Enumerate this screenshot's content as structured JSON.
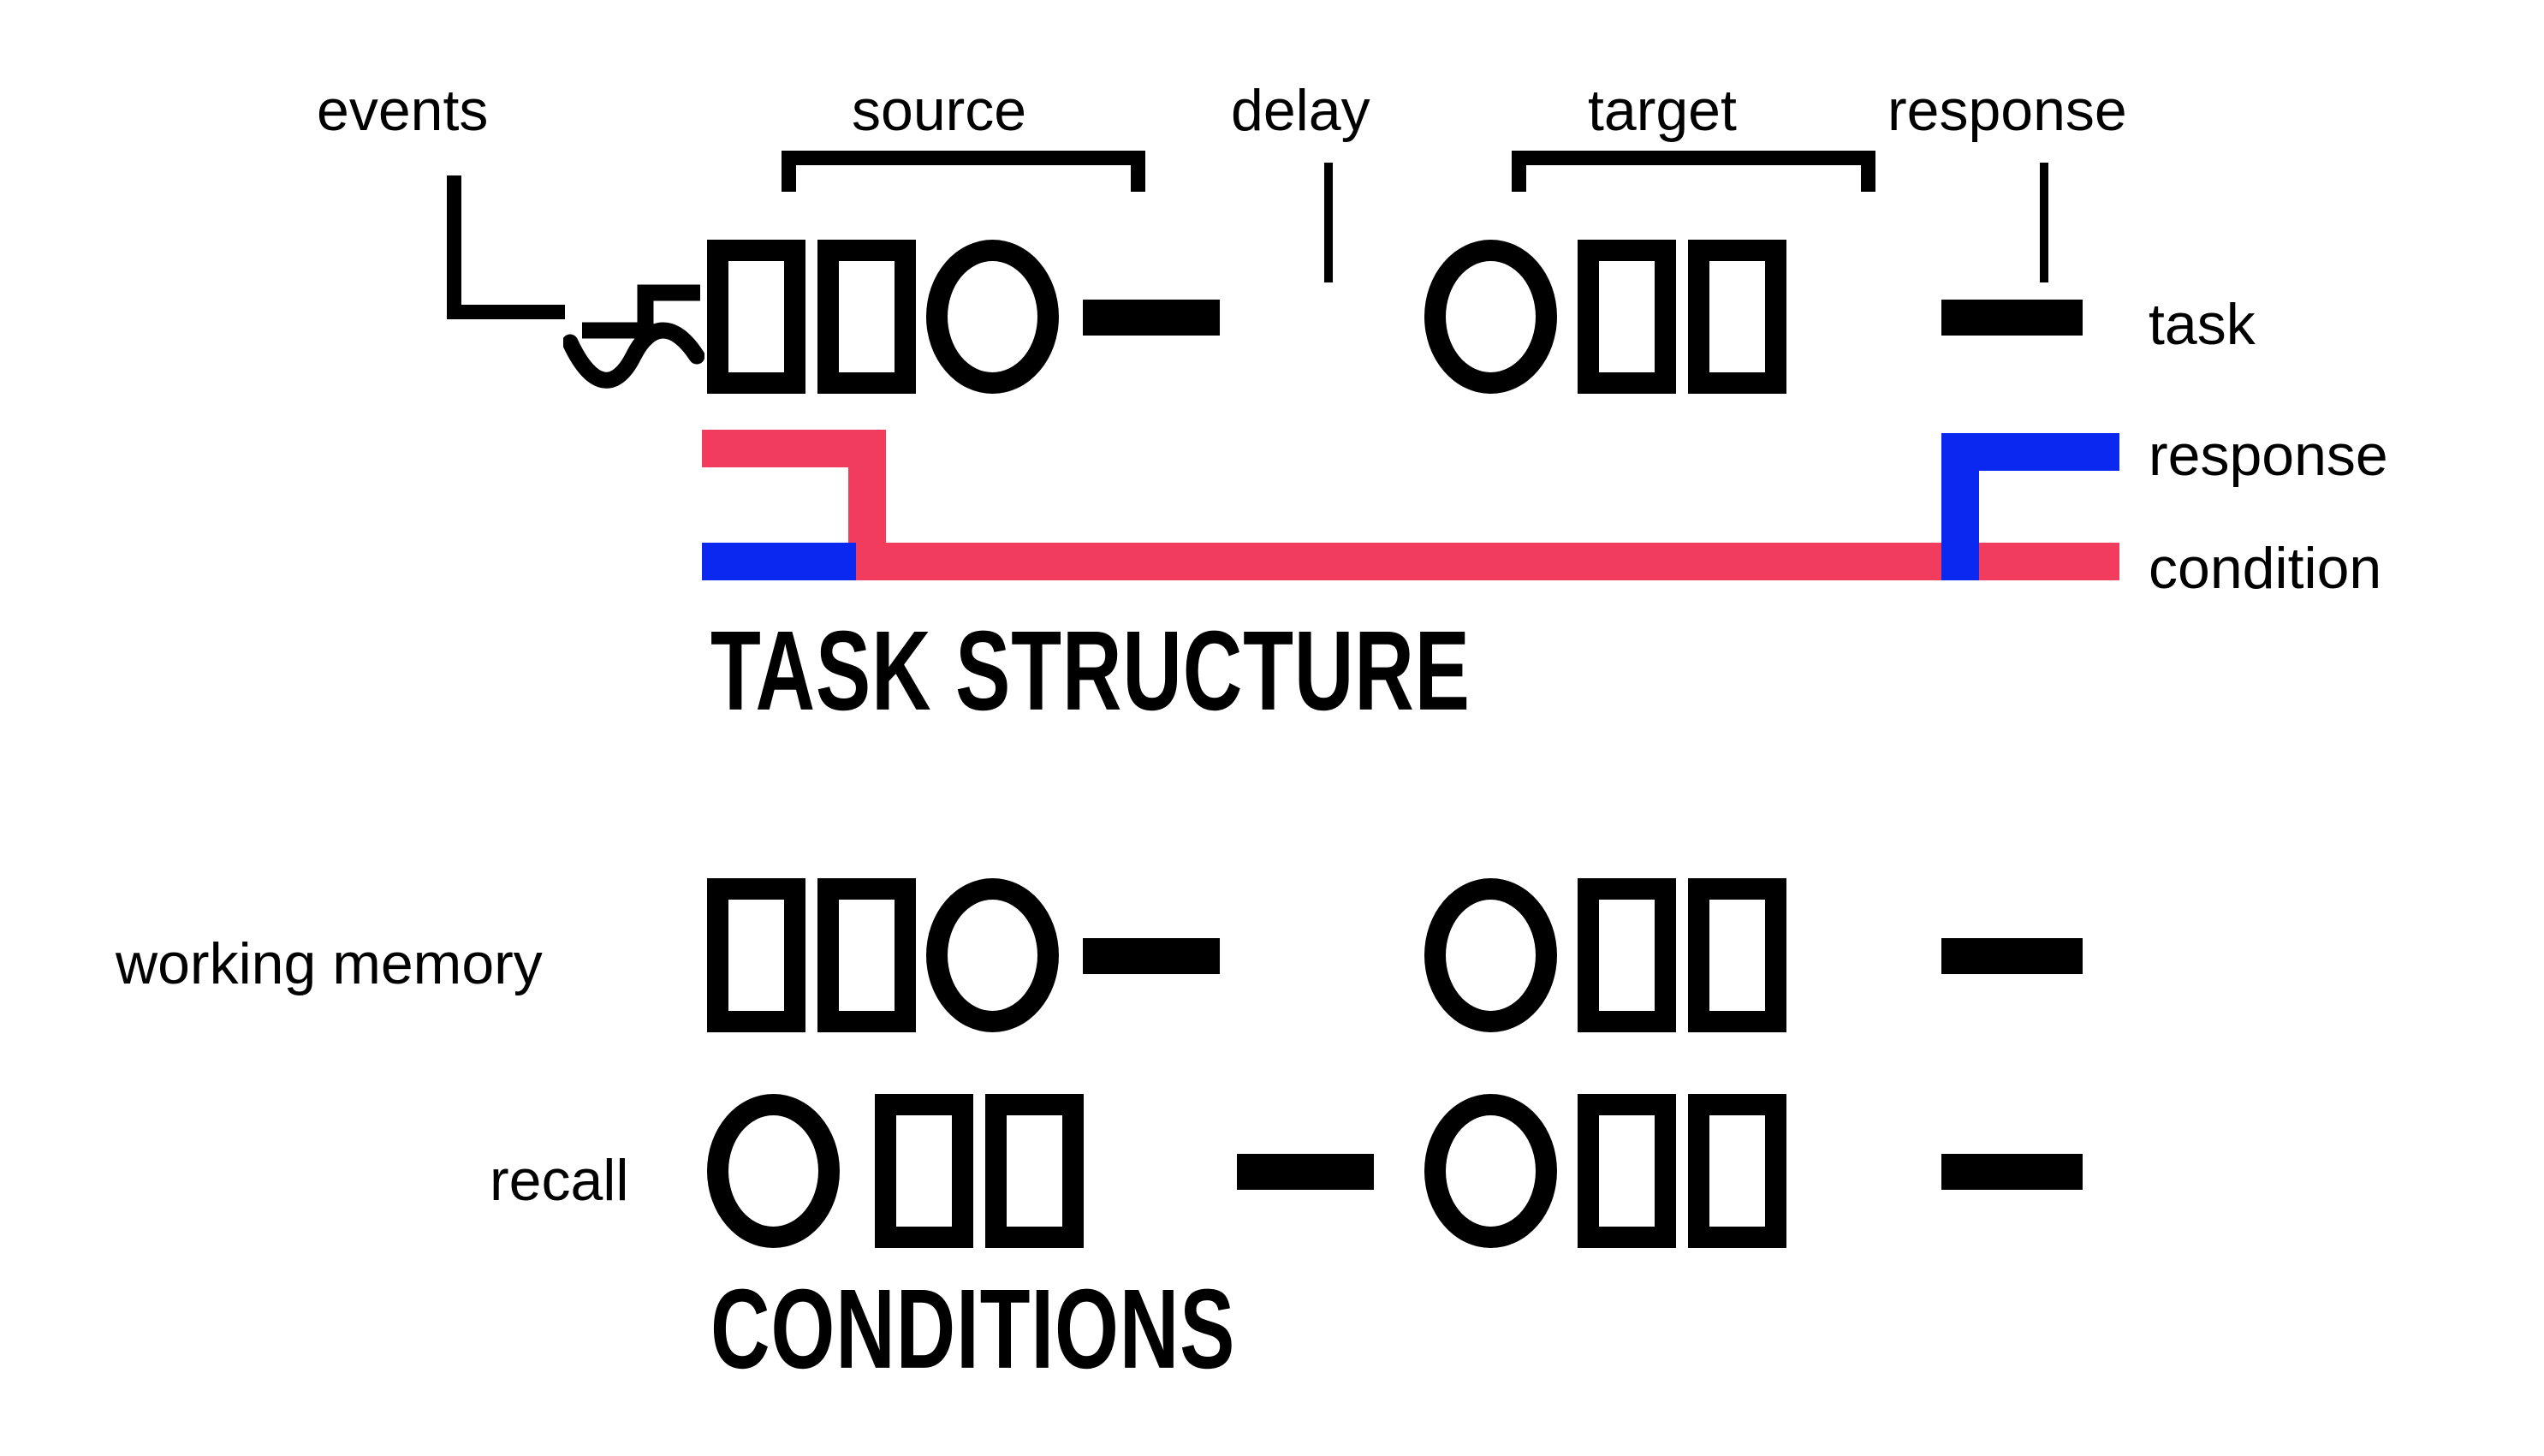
{
  "figure": {
    "panels": [
      {
        "title": "TASK STRUCTURE"
      },
      {
        "title": "CONDITIONS"
      }
    ]
  },
  "annotations": {
    "events": "events",
    "source": "source",
    "delay": "delay",
    "target": "target",
    "response": "response"
  },
  "row_labels": {
    "task": "task",
    "response": "response",
    "condition": "condition",
    "working_memory": "working memory",
    "recall": "recall"
  },
  "colors": {
    "ink": "#000000",
    "background": "#ffffff",
    "condition_pink": "#F23C5E",
    "response_blue": "#0A28F0"
  },
  "icons": {
    "event_step": "step-event-icon",
    "event_wave": "wave-event-icon"
  },
  "sequences": {
    "task": [
      "square",
      "square",
      "circle",
      "dash",
      "circle",
      "square",
      "square",
      "dash"
    ],
    "working_memory": [
      "square",
      "square",
      "circle",
      "dash",
      "circle",
      "square",
      "square",
      "dash"
    ],
    "recall": [
      "circle",
      "square",
      "square",
      "dash",
      "circle",
      "square",
      "square",
      "dash"
    ]
  },
  "timing": {
    "response_bar_segments": [
      "high-left-pink",
      "low-left-blue",
      "low-right-pink",
      "high-right-blue"
    ],
    "condition_bar": "pink-baseline"
  }
}
